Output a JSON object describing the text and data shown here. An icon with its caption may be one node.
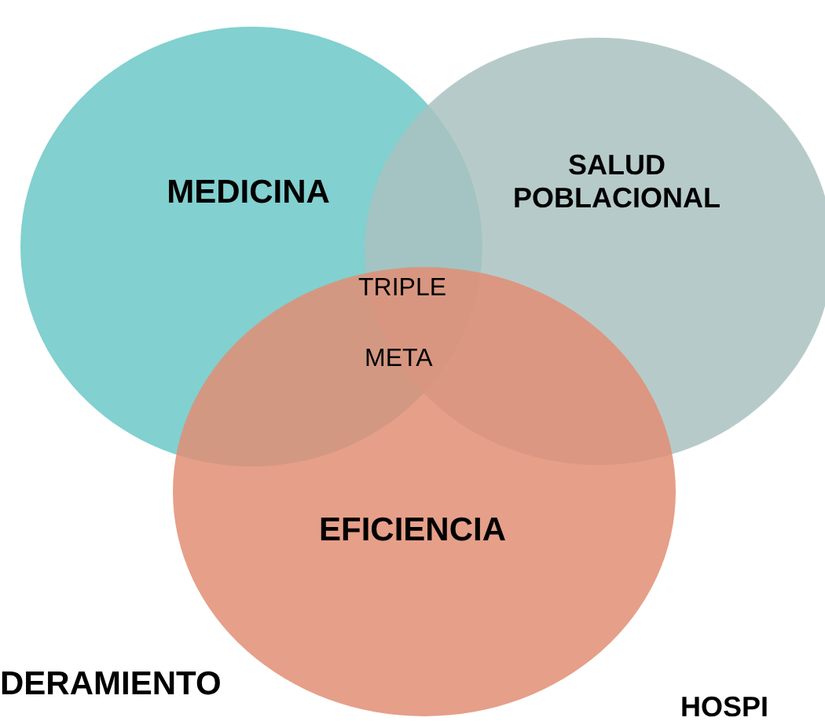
{
  "diagram": {
    "nodes": [
      {
        "text": [
          "MEDICINA"
        ]
      },
      {
        "text": [
          "SALUD POBLACIONAL"
        ]
      },
      {
        "text": [
          "EFICIENCIA"
        ]
      }
    ],
    "labels": [
      "TRIPLE",
      "META",
      "DERAMIENTO",
      "HOSPI"
    ]
  }
}
